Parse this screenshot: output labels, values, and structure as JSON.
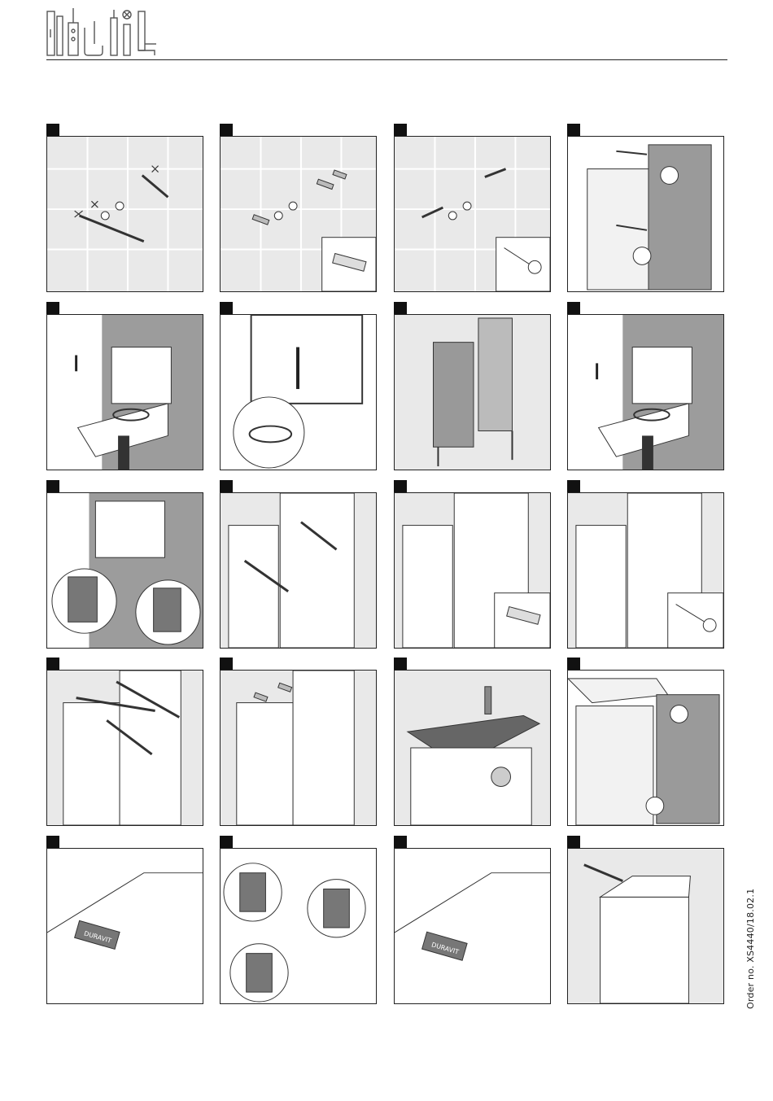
{
  "header": {
    "logo_icons": [
      "level-icon",
      "drill-icon",
      "wrench-icon",
      "siphon-icon",
      "screwdriver-icon",
      "caulk-gun-icon"
    ]
  },
  "steps": [
    {
      "scene": "wall-marking-drill"
    },
    {
      "scene": "wall-dowels"
    },
    {
      "scene": "wall-screws"
    },
    {
      "scene": "cabinet-door-remove"
    },
    {
      "scene": "bracket-adjust-up"
    },
    {
      "scene": "mirror-frame-adjust"
    },
    {
      "scene": "frame-cabinet-view"
    },
    {
      "scene": "bracket-adjust-down"
    },
    {
      "scene": "bracket-adjust-detail"
    },
    {
      "scene": "cabinet-drill"
    },
    {
      "scene": "cabinet-dowels"
    },
    {
      "scene": "cabinet-screws"
    },
    {
      "scene": "cabinet-drill-angle"
    },
    {
      "scene": "cabinet-hang"
    },
    {
      "scene": "basin-siphon"
    },
    {
      "scene": "door-attach"
    },
    {
      "scene": "logo-remove"
    },
    {
      "scene": "hinge-adjust"
    },
    {
      "scene": "logo-insert"
    },
    {
      "scene": "silicone-seal"
    }
  ],
  "badges": {
    "logo_text": "DURAVIT"
  },
  "footer": {
    "order_number": "Order no. XS4440/18.02.1"
  }
}
